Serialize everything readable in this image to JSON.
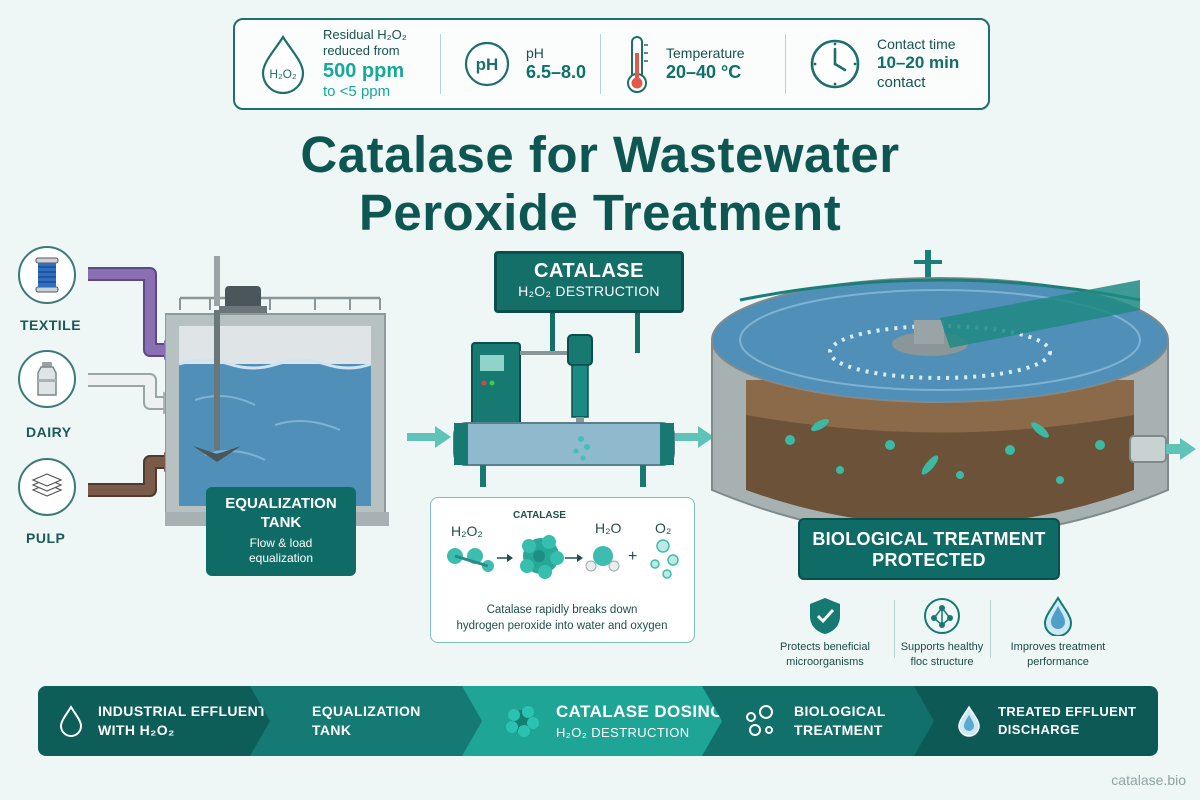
{
  "stats": [
    {
      "icon": "h2o2-drop-icon",
      "icon_text": "H₂O₂",
      "line1": "Residual H₂O₂",
      "line2": "reduced from",
      "value": "500 ppm",
      "line3": "to <5 ppm"
    },
    {
      "icon": "ph-icon",
      "icon_text": "pH",
      "label": "pH",
      "value": "6.5–8.0"
    },
    {
      "icon": "thermometer-icon",
      "label": "Temperature",
      "value": "20–40 °C"
    },
    {
      "icon": "clock-icon",
      "label": "Contact time",
      "value": "10–20 min",
      "line3": "contact"
    }
  ],
  "title_line1": "Catalase for Wastewater",
  "title_line2": "Peroxide Treatment",
  "sources": [
    {
      "label": "TEXTILE",
      "icon": "thread-spool-icon",
      "pipe_color": "#8b6fb3"
    },
    {
      "label": "DAIRY",
      "icon": "milk-can-icon",
      "pipe_color": "#d7dcdc"
    },
    {
      "label": "PULP",
      "icon": "paper-stack-icon",
      "pipe_color": "#7a5a48"
    }
  ],
  "equalization": {
    "title_line1": "EQUALIZATION",
    "title_line2": "TANK",
    "subtitle_line1": "Flow & load",
    "subtitle_line2": "equalization"
  },
  "catalase_sign": {
    "line1": "CATALASE",
    "line2": "H₂O₂ DESTRUCTION"
  },
  "reaction": {
    "enzyme_label": "CATALASE",
    "reactant": "H₂O₂",
    "product1": "H₂O",
    "plus": "+",
    "product2": "O₂",
    "caption_line1": "Catalase rapidly breaks down",
    "caption_line2": "hydrogen peroxide into water and oxygen"
  },
  "bio": {
    "line1": "BIOLOGICAL TREATMENT",
    "line2": "PROTECTED"
  },
  "benefits": [
    {
      "icon": "shield-check-icon",
      "line1": "Protects beneficial",
      "line2": "microorganisms"
    },
    {
      "icon": "microbe-network-icon",
      "line1": "Supports healthy",
      "line2": "floc structure"
    },
    {
      "icon": "water-drop-icon",
      "line1": "Improves treatment",
      "line2": "performance"
    }
  ],
  "steps": [
    {
      "icon": "drop-outline-icon",
      "line1": "INDUSTRIAL EFFLUENT",
      "line2": "WITH H₂O₂",
      "color": "#0d5d59"
    },
    {
      "icon": "",
      "line1": "EQUALIZATION",
      "line2": "TANK",
      "color": "#147a73"
    },
    {
      "icon": "catalase-molecule-icon",
      "line1": "CATALASE DOSING",
      "line2": "H₂O₂ DESTRUCTION",
      "color": "#1ea596"
    },
    {
      "icon": "bubbles-icon",
      "line1": "BIOLOGICAL",
      "line2": "TREATMENT",
      "color": "#12706b"
    },
    {
      "icon": "drop-icon",
      "line1": "TREATED EFFLUENT",
      "line2": "DISCHARGE",
      "color": "#0d5956"
    }
  ],
  "watermark": "catalase.bio",
  "colors": {
    "primary": "#0f6b66",
    "accent": "#1ea596",
    "dark": "#0d5651",
    "water": "#4f8fb8"
  }
}
